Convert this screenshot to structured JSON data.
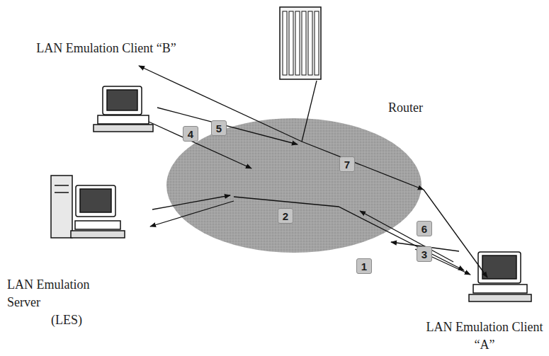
{
  "diagram": {
    "nodes": [
      {
        "text": [
          "LAN Emulation Client “B”"
        ]
      },
      {
        "text": [
          "Router"
        ]
      },
      {
        "text": [
          "LAN Emulation Server",
          "(LES)"
        ]
      },
      {
        "text": [
          "LAN Emulation Client “A”"
        ]
      }
    ],
    "labels": [
      "4",
      "5",
      "7",
      "2",
      "1",
      "3",
      "6"
    ]
  }
}
